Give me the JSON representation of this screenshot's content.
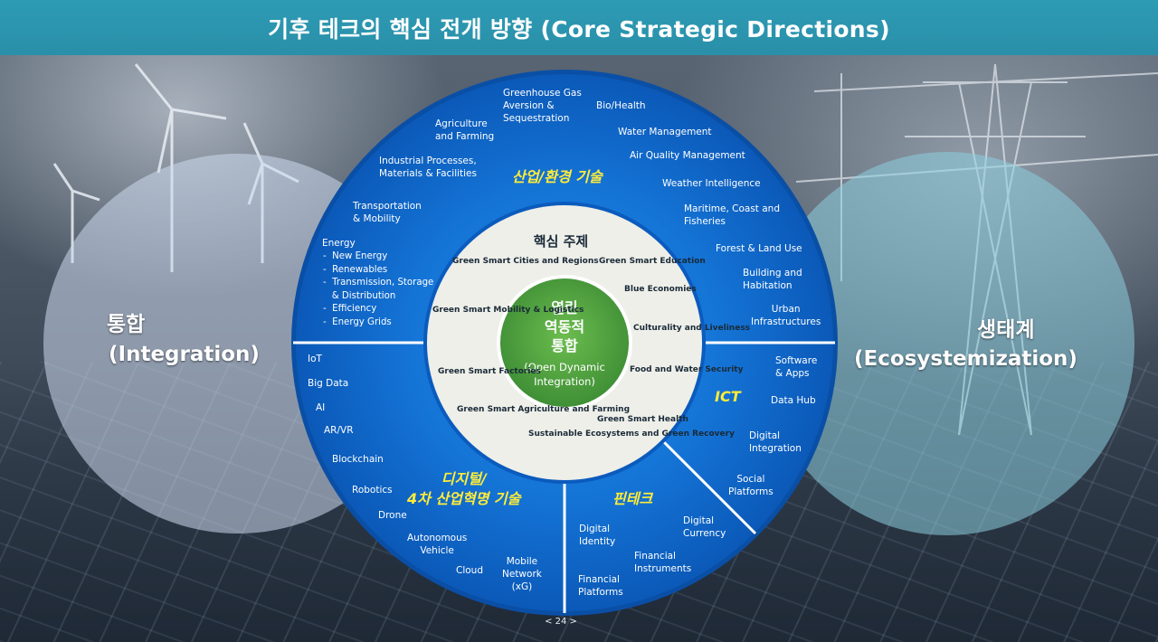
{
  "header": {
    "title": "기후 테크의 핵심 전개 방향 (Core Strategic Directions)"
  },
  "left": {
    "ko": "통합",
    "en": "(Integration)"
  },
  "right": {
    "ko": "생태계",
    "en": "(Ecosystemization)"
  },
  "center": {
    "ko": "열린\n역동적\n통합",
    "en": "(Open Dynamic\nIntegration)"
  },
  "core_title": "핵심 주제",
  "sections": {
    "industry": {
      "title": "산업/환경 기술",
      "items": {
        "ghg": "Greenhouse Gas\nAversion &\nSequestration",
        "bio": "Bio/Health",
        "water": "Water Management",
        "air": "Air Quality Management",
        "weather": "Weather Intelligence",
        "maritime": "Maritime, Coast and\nFisheries",
        "forest": "Forest &  Land Use",
        "building": "Building and\nHabitation",
        "urban": "Urban\nInfrastructures",
        "agri": "Agriculture\nand Farming",
        "industrial": "Industrial Processes,\nMaterials & Facilities",
        "transport": "Transportation\n& Mobility",
        "energy_title": "Energy",
        "energy_list": "-  New Energy\n-  Renewables\n-  Transmission, Storage\n   & Distribution\n-  Efficiency\n-  Energy Grids"
      }
    },
    "ict": {
      "title": "ICT",
      "items": {
        "software": "Software\n& Apps",
        "datahub": "Data Hub",
        "digital_integration": "Digital\nIntegration",
        "social": "Social\nPlatforms"
      }
    },
    "fintech": {
      "title": "핀테크",
      "items": {
        "identity": "Digital\nIdentity",
        "currency": "Digital\nCurrency",
        "instruments": "Financial\nInstruments",
        "platforms": "Financial\nPlatforms"
      }
    },
    "digital": {
      "title": "디지털/\n4차 산업혁명 기술",
      "items": {
        "iot": "IoT",
        "bigdata": "Big Data",
        "ai": "AI",
        "arvr": "AR/VR",
        "blockchain": "Blockchain",
        "robotics": "Robotics",
        "drone": "Drone",
        "autonomous": "Autonomous\nVehicle",
        "cloud": "Cloud",
        "mobile": "Mobile\nNetwork\n(xG)"
      }
    }
  },
  "inner_topics": {
    "cities": "Green Smart\nCities and\nRegions",
    "education": "Green Smart\nEducation",
    "blue": "Blue\nEconomies",
    "culturality": "Culturality\nand Liveliness",
    "food": "Food and\nWater\nSecurity",
    "health": "Green Smart\nHealth",
    "sustainable": "Sustainable\nEcosystems and\nGreen Recovery",
    "agriculture": "Green Smart\nAgriculture\nand Farming",
    "factories": "Green Smart\nFactories",
    "mobility": "Green Smart\nMobility &\nLogistics"
  },
  "page_number": "< 24 >",
  "colors": {
    "header": "#2a95ae",
    "ring": "#0e63c4",
    "inner_disc": "#eeefe9",
    "center": "#56a842",
    "section_title": "#ffec3a",
    "left_circle": "#cddaee",
    "right_circle": "#8ccdde"
  }
}
